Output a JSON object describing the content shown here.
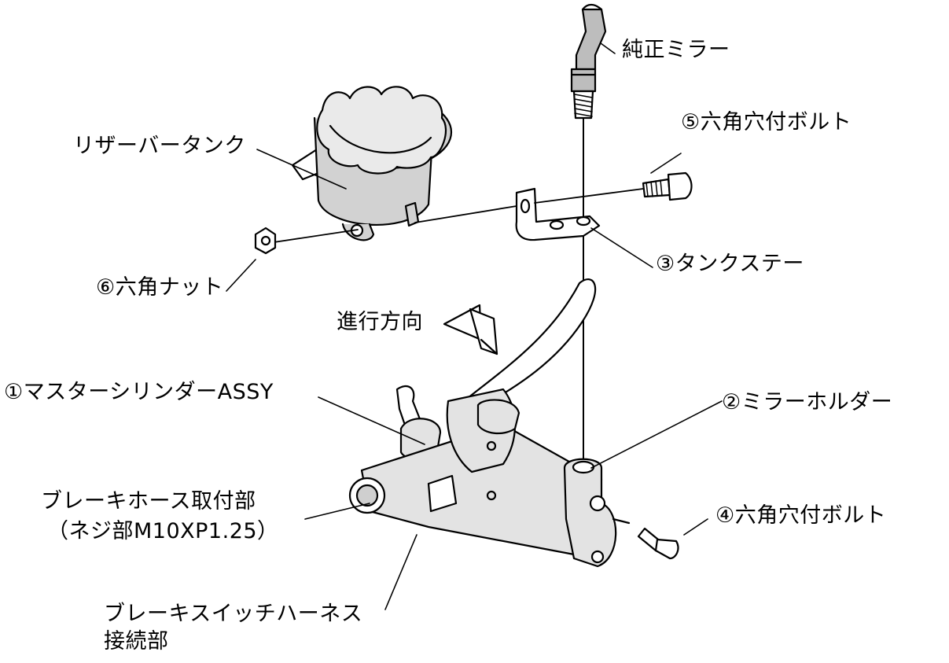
{
  "labels": {
    "mirror": "純正ミラー",
    "hex_socket_bolt_5": "⑤六角穴付ボルト",
    "reservoir_tank": "リザーバータンク",
    "tank_stay": "③タンクステー",
    "hex_nut": "⑥六角ナット",
    "direction": "進行方向",
    "master_cylinder": "①マスターシリンダーASSY",
    "mirror_holder": "②ミラーホルダー",
    "brake_hose_line1": "ブレーキホース取付部",
    "brake_hose_line2": "（ネジ部M10XP1.25）",
    "hex_socket_bolt_4": "④六角穴付ボルト",
    "switch_harness_line1": "ブレーキスイッチハーネス",
    "switch_harness_line2": "接続部"
  }
}
